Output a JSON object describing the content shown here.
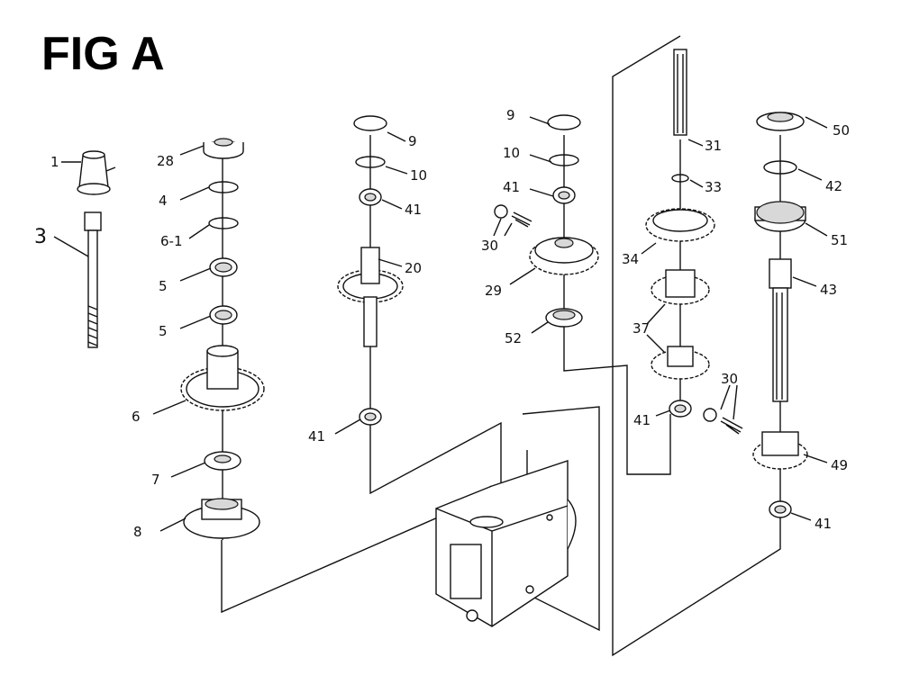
{
  "title": "FIG A",
  "callouts": {
    "c1": "1",
    "c3": "3",
    "c28": "28",
    "c4": "4",
    "c6_1": "6-1",
    "c5a": "5",
    "c5b": "5",
    "c6": "6",
    "c7": "7",
    "c8": "8",
    "c9a": "9",
    "c10a": "10",
    "c41a": "41",
    "c20": "20",
    "c41b": "41",
    "c9b": "9",
    "c10b": "10",
    "c41c": "41",
    "c30a": "30",
    "c29": "29",
    "c52": "52",
    "c31": "31",
    "c33": "33",
    "c34": "34",
    "c37": "37",
    "c41d": "41",
    "c50": "50",
    "c42": "42",
    "c51": "51",
    "c43": "43",
    "c30b": "30",
    "c49": "49",
    "c41e": "41"
  },
  "colors": {
    "line": "#111111",
    "fill": "#ffffff",
    "shade": "#d8d8d8"
  }
}
